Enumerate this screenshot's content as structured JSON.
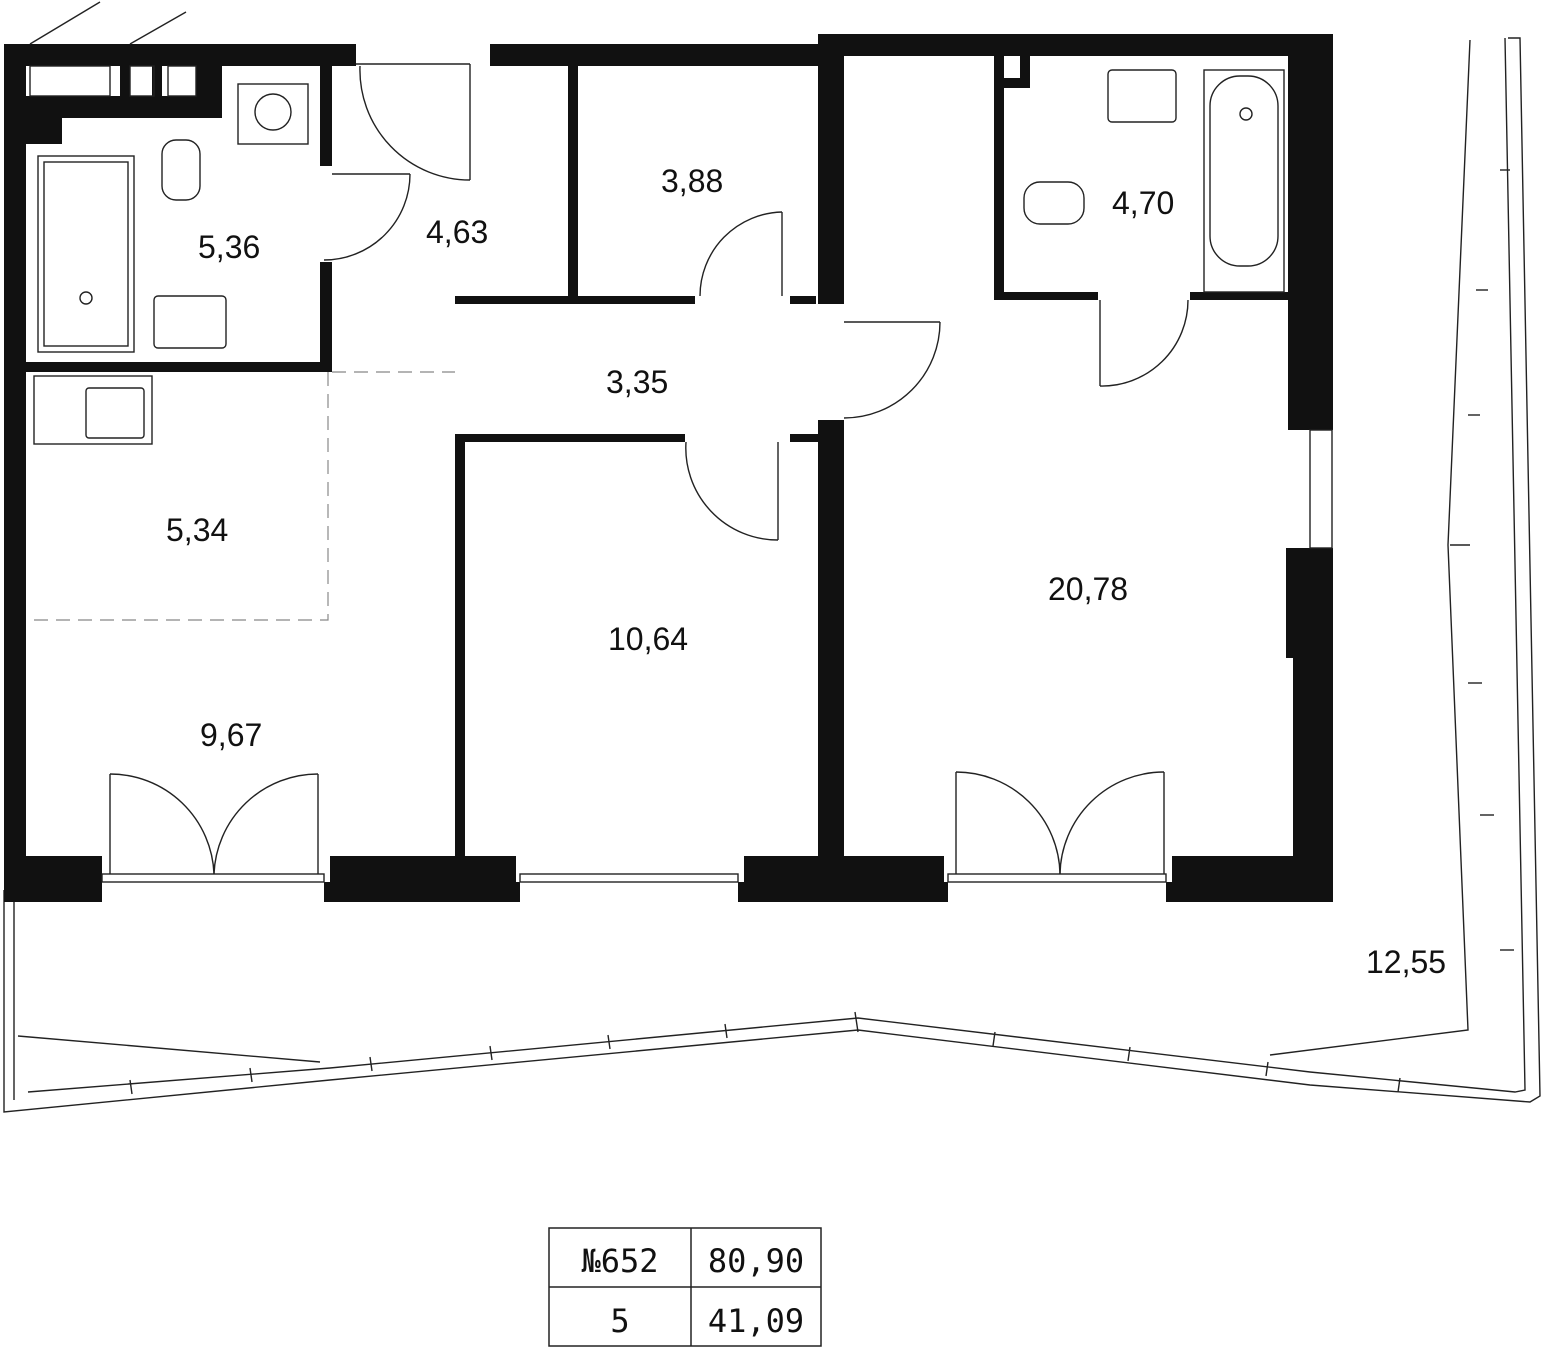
{
  "rooms": [
    {
      "id": "bathroom-1",
      "area": "5,36"
    },
    {
      "id": "hall",
      "area": "4,63"
    },
    {
      "id": "storage",
      "area": "3,88"
    },
    {
      "id": "bathroom-2",
      "area": "4,70"
    },
    {
      "id": "corridor",
      "area": "3,35"
    },
    {
      "id": "kitchen-zone",
      "area": "5,34"
    },
    {
      "id": "bedroom-small",
      "area": "10,64"
    },
    {
      "id": "bedroom-large",
      "area": "20,78"
    },
    {
      "id": "living",
      "area": "9,67"
    },
    {
      "id": "terrace",
      "area": "12,55"
    }
  ],
  "info_table": {
    "apartment_number": "№652",
    "total_area": "80,90",
    "floor": "5",
    "living_area": "41,09"
  }
}
